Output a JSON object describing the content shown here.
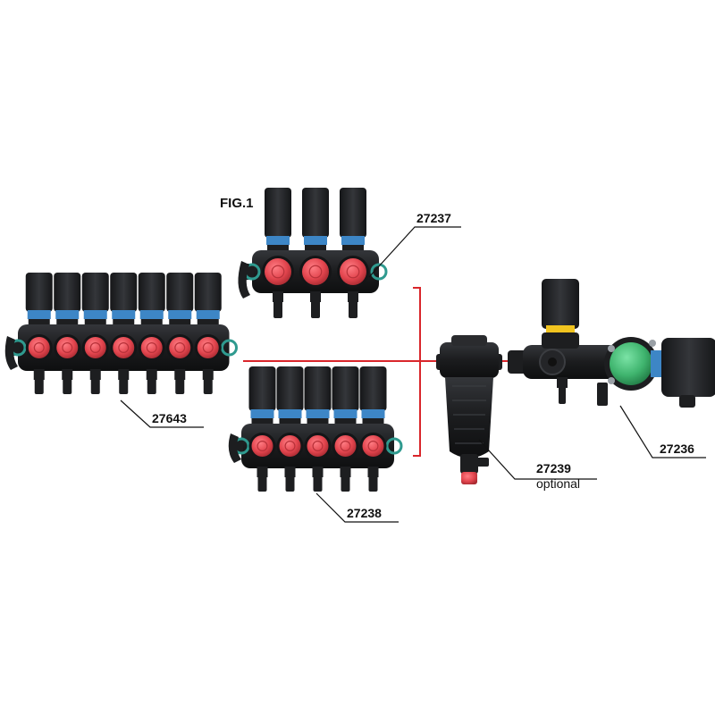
{
  "figure_label": "FIG.1",
  "labels": {
    "valve_3": "27237",
    "valve_7": "27643",
    "valve_5": "27238",
    "filter": "27239",
    "filter_note": "optional",
    "main_valve": "27236"
  },
  "colors": {
    "body": "#1d1e20",
    "actuator": "#2a2b2e",
    "blue_band": "#3d86c6",
    "red_knob": "#e2454e",
    "green_knob": "#3fb46e",
    "yellow_band": "#f1c41f",
    "connector_line": "#d9262b",
    "teal_ring": "#2f9a8f"
  }
}
